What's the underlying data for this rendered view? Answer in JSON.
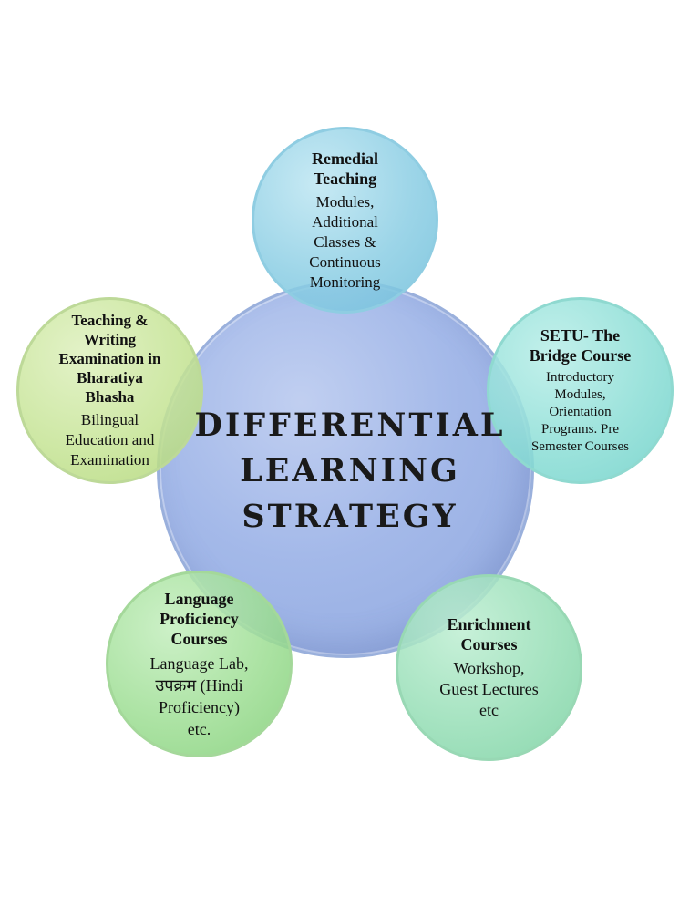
{
  "center": {
    "line1": "DIFFERENTIAL",
    "line2": "LEARNING",
    "line3": "STRATEGY"
  },
  "nodes": {
    "remedial": {
      "title_1": "Remedial",
      "title_2": "Teaching",
      "desc_1": "Modules,",
      "desc_2": "Additional",
      "desc_3": "Classes &",
      "desc_4": "Continuous",
      "desc_5": "Monitoring"
    },
    "setu": {
      "title_1": "SETU- The",
      "title_2": "Bridge Course",
      "desc_1": "Introductory",
      "desc_2": "Modules,",
      "desc_3": "Orientation",
      "desc_4": "Programs. Pre",
      "desc_5": "Semester Courses"
    },
    "enrichment": {
      "title_1": "Enrichment",
      "title_2": "Courses",
      "desc_1": "Workshop,",
      "desc_2": "Guest Lectures",
      "desc_3": "etc"
    },
    "language": {
      "title_1": "Language",
      "title_2": "Proficiency",
      "title_3": "Courses",
      "desc_1": "Language Lab,",
      "desc_2": "उपक्रम (Hindi",
      "desc_3": "Proficiency)",
      "desc_4": "etc."
    },
    "bharatiya": {
      "title_1": "Teaching &",
      "title_2": "Writing",
      "title_3": "Examination in",
      "title_4": "Bharatiya",
      "title_5": "Bhasha",
      "desc_1": "Bilingual",
      "desc_2": "Education and",
      "desc_3": "Examination"
    }
  },
  "colors": {
    "center": "#a0b6e8",
    "remedial": "#8cceE4",
    "setu": "#8cdcd4",
    "enrichment": "#96deb6",
    "language": "#9ede94",
    "bharatiya": "#c6e496"
  }
}
